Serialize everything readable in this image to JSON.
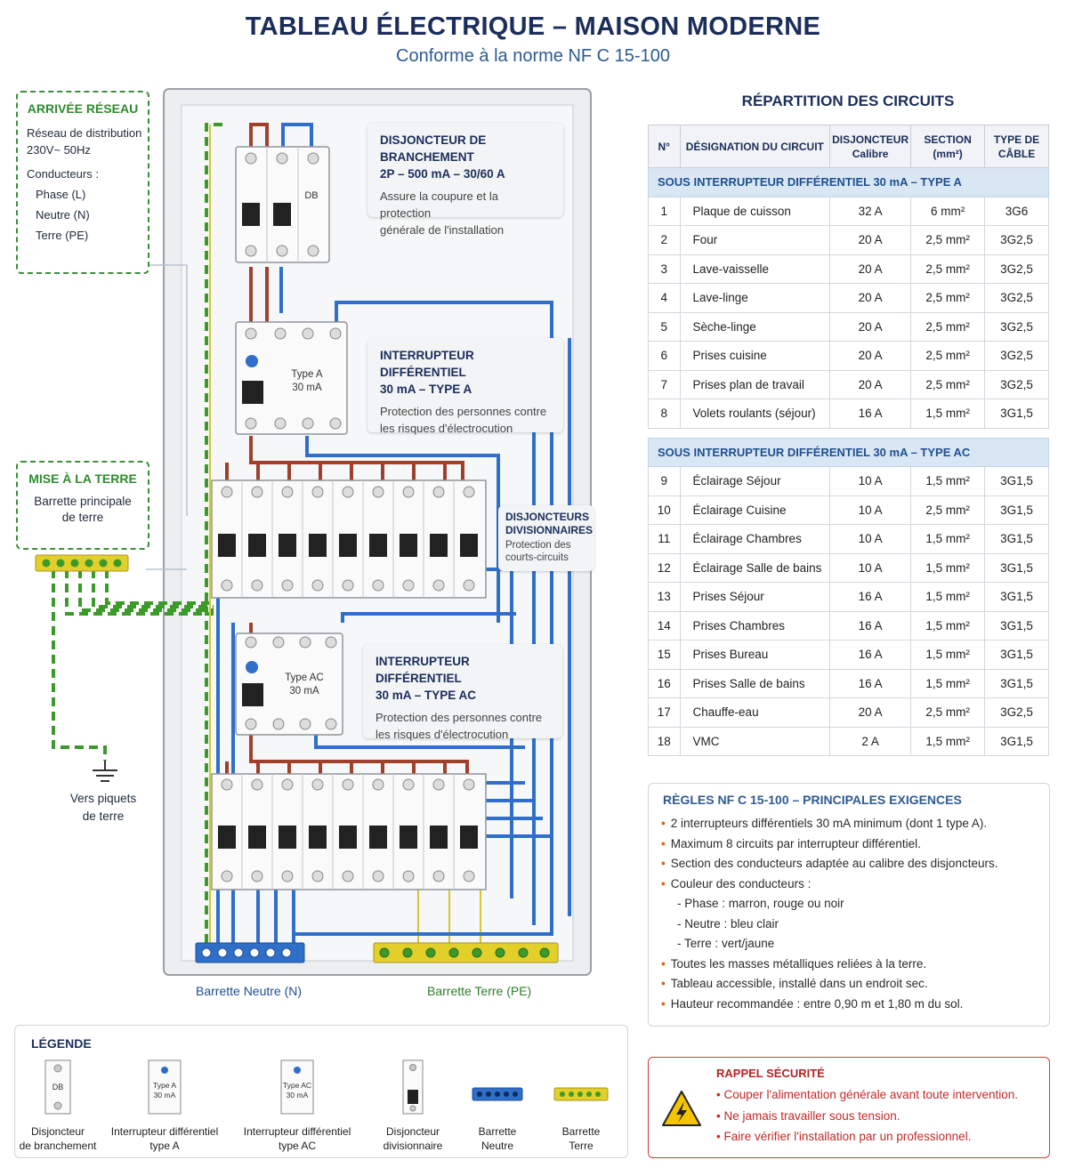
{
  "header": {
    "title": "TABLEAU ÉLECTRIQUE – MAISON MODERNE",
    "subtitle": "Conforme à la norme NF C 15-100"
  },
  "arrivee": {
    "title": "ARRIVÉE RÉSEAU",
    "line1": "Réseau de distribution",
    "line2": "230V~ 50Hz",
    "conductors_label": "Conducteurs :",
    "phase": "Phase (L)",
    "neutre": "Neutre (N)",
    "terre": "Terre (PE)"
  },
  "terre_box": {
    "title": "MISE À LA TERRE",
    "line1": "Barrette principale",
    "line2": "de terre"
  },
  "piquets": {
    "line1": "Vers piquets",
    "line2": "de terre"
  },
  "callouts": {
    "branchement": {
      "title1": "DISJONCTEUR DE BRANCHEMENT",
      "title2": "2P – 500 mA – 30/60 A",
      "desc1": "Assure la coupure et la protection",
      "desc2": "générale de l'installation"
    },
    "diffA": {
      "title1": "INTERRUPTEUR DIFFÉRENTIEL",
      "title2": "30 mA – TYPE A",
      "desc1": "Protection des personnes contre",
      "desc2": "les risques d'électrocution"
    },
    "divisionnaires": {
      "title1": "DISJONCTEURS",
      "title2": "DIVISIONNAIRES",
      "desc1": "Protection des",
      "desc2": "courts-circuits"
    },
    "diffAC": {
      "title1": "INTERRUPTEUR DIFFÉRENTIEL",
      "title2": "30 mA – TYPE AC",
      "desc1": "Protection des personnes contre",
      "desc2": "les risques d'électrocution"
    }
  },
  "devices": {
    "db_label": "DB",
    "typeA_line1": "Type A",
    "typeA_line2": "30 mA",
    "typeAC_line1": "Type AC",
    "typeAC_line2": "30 mA"
  },
  "bars": {
    "neutre": "Barrette Neutre (N)",
    "terre": "Barrette Terre (PE)"
  },
  "table": {
    "title": "RÉPARTITION DES CIRCUITS",
    "headers": [
      "N°",
      "DÉSIGNATION DU CIRCUIT",
      "DISJONCTEUR Calibre",
      "SECTION (mm²)",
      "TYPE DE CÂBLE"
    ],
    "group_a": "SOUS INTERRUPTEUR DIFFÉRENTIEL 30 mA – TYPE A",
    "group_ac": "SOUS INTERRUPTEUR DIFFÉRENTIEL 30 mA – TYPE AC",
    "rows_a": [
      [
        "1",
        "Plaque de cuisson",
        "32 A",
        "6 mm²",
        "3G6"
      ],
      [
        "2",
        "Four",
        "20 A",
        "2,5 mm²",
        "3G2,5"
      ],
      [
        "3",
        "Lave-vaisselle",
        "20 A",
        "2,5 mm²",
        "3G2,5"
      ],
      [
        "4",
        "Lave-linge",
        "20 A",
        "2,5 mm²",
        "3G2,5"
      ],
      [
        "5",
        "Sèche-linge",
        "20 A",
        "2,5 mm²",
        "3G2,5"
      ],
      [
        "6",
        "Prises cuisine",
        "20 A",
        "2,5 mm²",
        "3G2,5"
      ],
      [
        "7",
        "Prises plan de travail",
        "20 A",
        "2,5 mm²",
        "3G2,5"
      ],
      [
        "8",
        "Volets roulants (séjour)",
        "16 A",
        "1,5 mm²",
        "3G1,5"
      ]
    ],
    "rows_ac": [
      [
        "9",
        "Éclairage Séjour",
        "10 A",
        "1,5 mm²",
        "3G1,5"
      ],
      [
        "10",
        "Éclairage Cuisine",
        "10 A",
        "2,5 mm²",
        "3G1,5"
      ],
      [
        "11",
        "Éclairage Chambres",
        "10 A",
        "1,5 mm²",
        "3G1,5"
      ],
      [
        "12",
        "Éclairage Salle de bains",
        "10 A",
        "1,5 mm²",
        "3G1,5"
      ],
      [
        "13",
        "Prises Séjour",
        "16 A",
        "1,5 mm²",
        "3G1,5"
      ],
      [
        "14",
        "Prises Chambres",
        "16 A",
        "1,5 mm²",
        "3G1,5"
      ],
      [
        "15",
        "Prises Bureau",
        "16 A",
        "1,5 mm²",
        "3G1,5"
      ],
      [
        "16",
        "Prises Salle de bains",
        "16 A",
        "1,5 mm²",
        "3G1,5"
      ],
      [
        "17",
        "Chauffe-eau",
        "20 A",
        "2,5 mm²",
        "3G2,5"
      ],
      [
        "18",
        "VMC",
        "2 A",
        "1,5 mm²",
        "3G1,5"
      ]
    ]
  },
  "rules": {
    "title": "RÈGLES NF C 15-100 – PRINCIPALES EXIGENCES",
    "items": [
      "2 interrupteurs différentiels 30 mA minimum (dont 1 type A).",
      "Maximum 8 circuits par interrupteur différentiel.",
      "Section des conducteurs adaptée au calibre des disjoncteurs.",
      "Couleur des conducteurs :"
    ],
    "subitems": [
      "- Phase : marron, rouge ou noir",
      "- Neutre : bleu clair",
      "- Terre : vert/jaune"
    ],
    "items2": [
      "Toutes les masses métalliques reliées à la terre.",
      "Tableau accessible, installé dans un endroit sec.",
      "Hauteur recommandée : entre 0,90 m et 1,80 m du sol."
    ]
  },
  "safety": {
    "title": "RAPPEL SÉCURITÉ",
    "items": [
      "• Couper l'alimentation générale avant toute intervention.",
      "• Ne jamais travailler sous tension.",
      "• Faire vérifier l'installation par un professionnel."
    ]
  },
  "legend": {
    "title": "LÉGENDE",
    "items": [
      [
        "Disjoncteur",
        "de branchement"
      ],
      [
        "Interrupteur différentiel",
        "type A"
      ],
      [
        "Interrupteur différentiel",
        "type AC"
      ],
      [
        "Disjoncteur",
        "divisionnaire"
      ],
      [
        "Barrette",
        "Neutre"
      ],
      [
        "Barrette",
        "Terre"
      ]
    ]
  },
  "colors": {
    "phase": "#a0402a",
    "neutre": "#2f6fc9",
    "terre_green": "#3c9a2a",
    "terre_yellow": "#d9c62a",
    "accent": "#1b2d5a"
  }
}
